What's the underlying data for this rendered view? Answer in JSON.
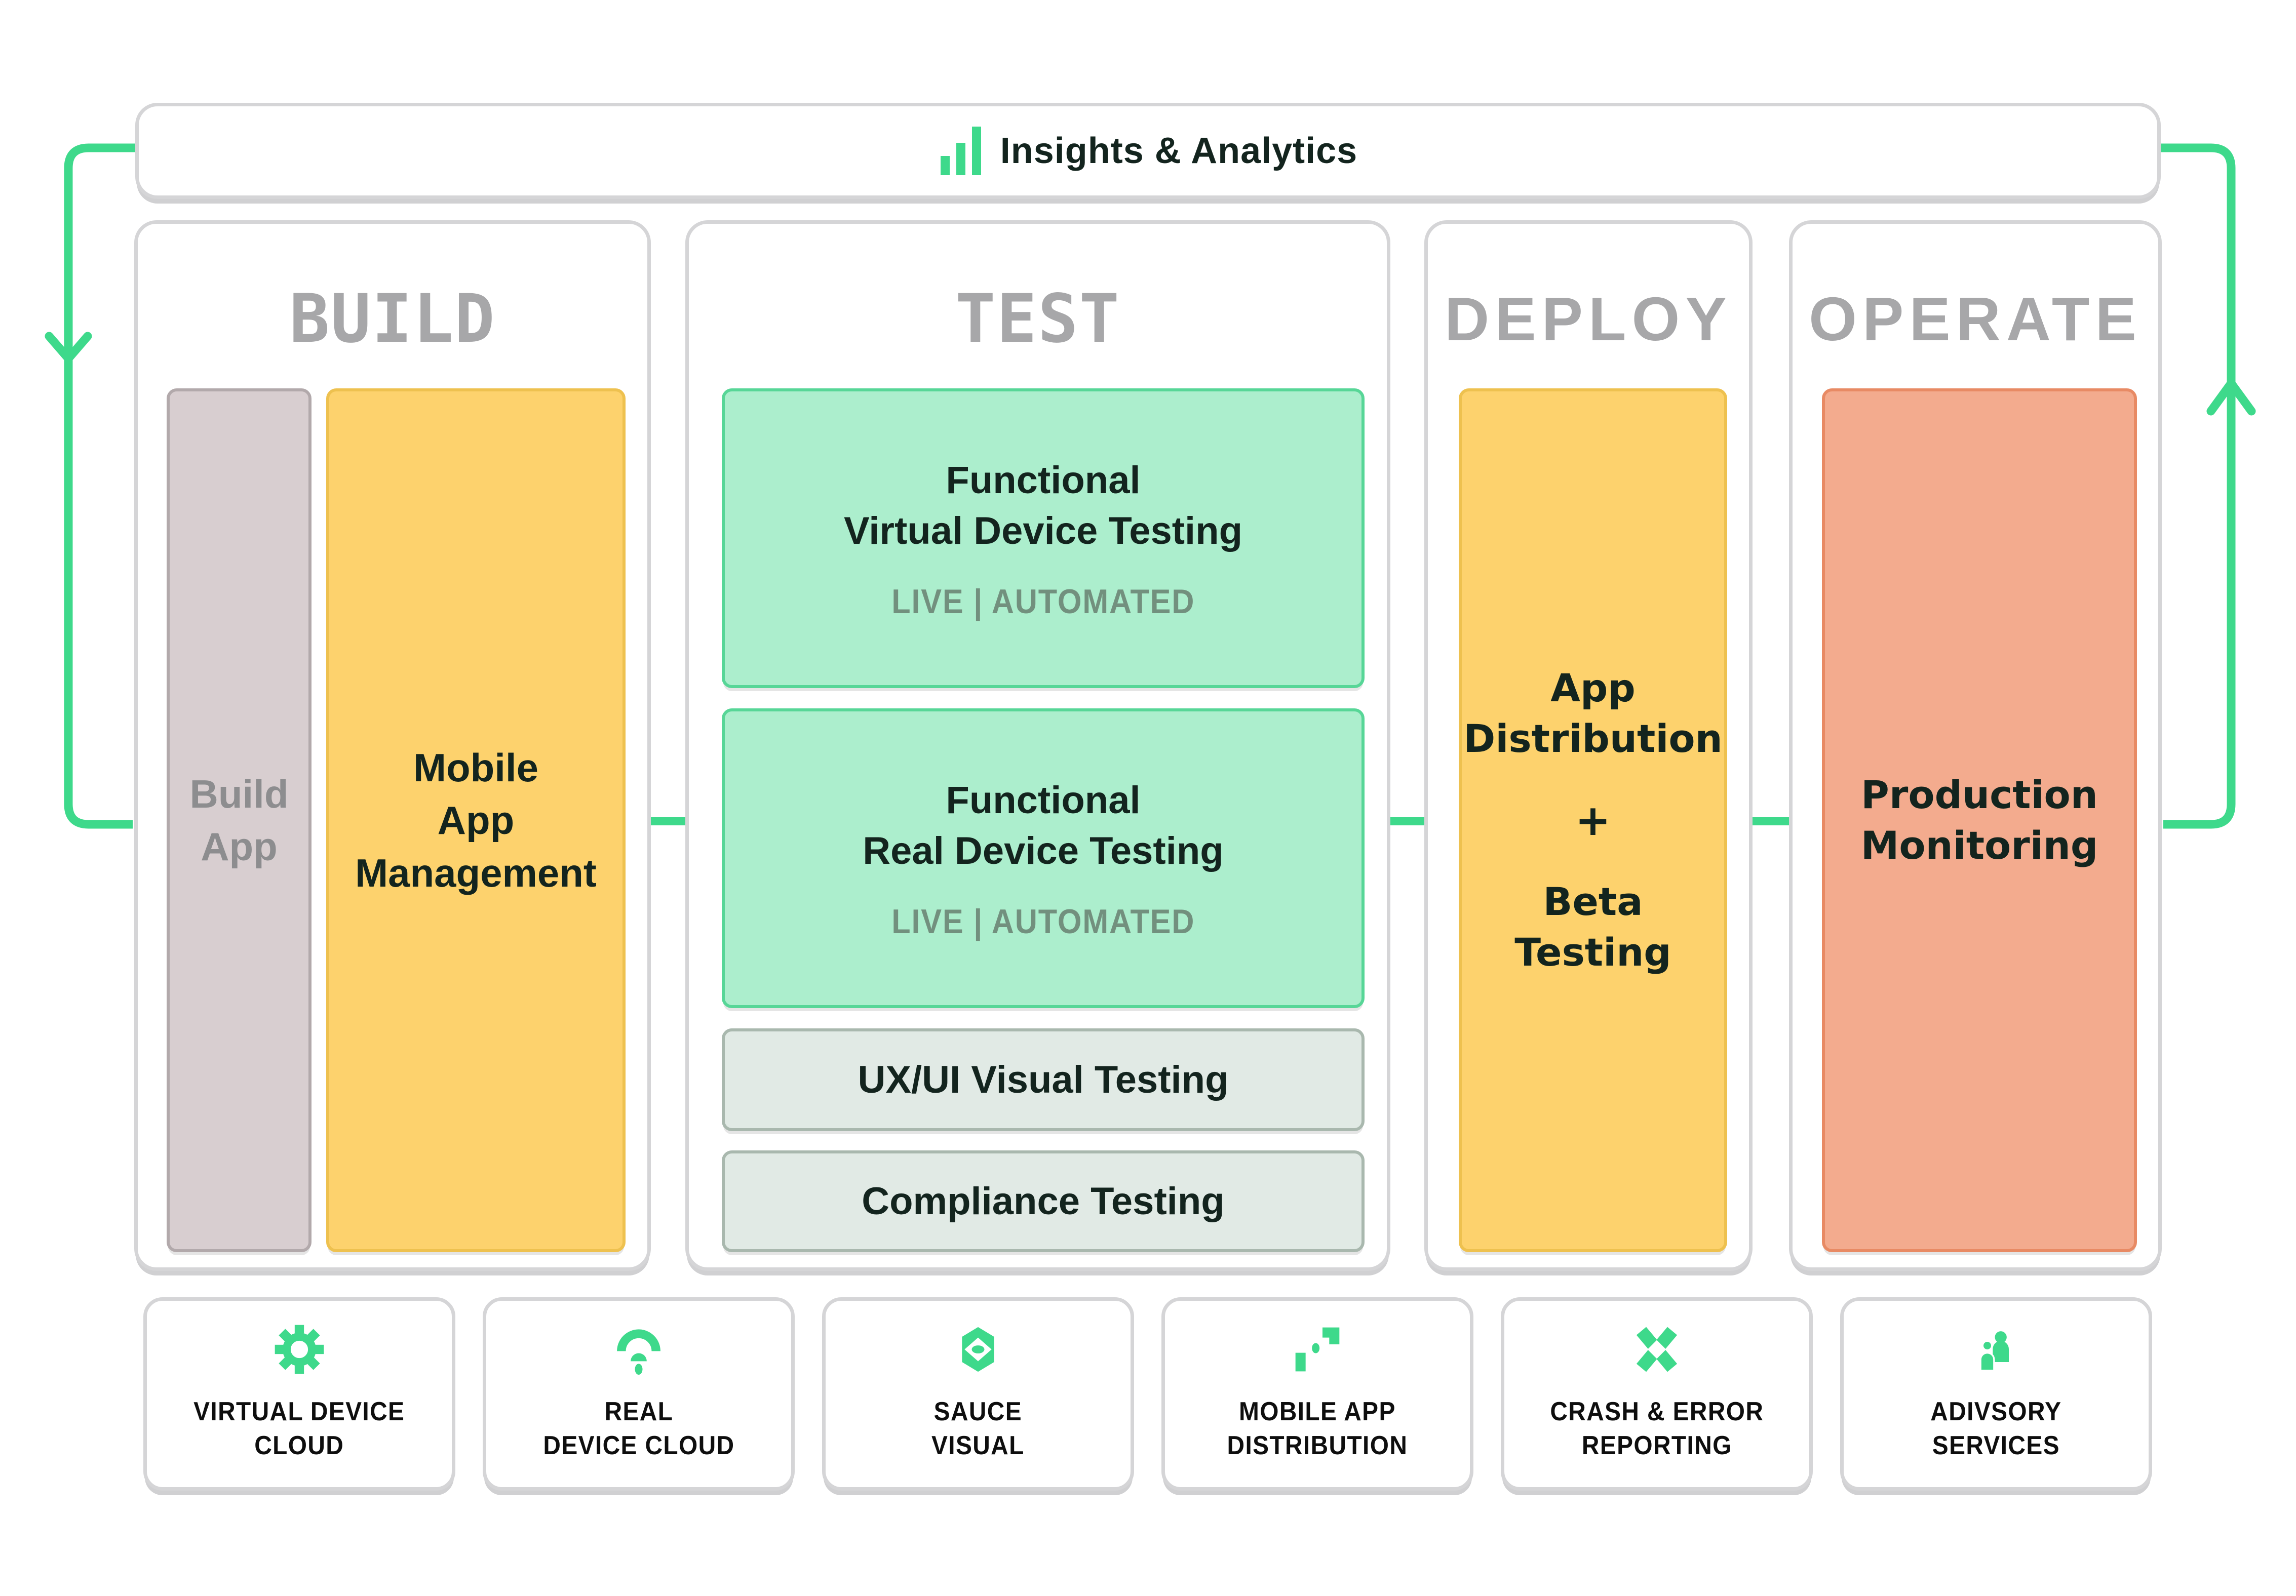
{
  "colors": {
    "accent_green": "#3ED98B",
    "yellow_fill": "#FDD26D",
    "mint_fill": "#ACEECD",
    "pale_fill": "#E1EAE5",
    "salmon_fill": "#F3AB8E",
    "mauve_fill": "#D8CED0",
    "header_gray": "#A7A7A9",
    "dark_text": "#13241E"
  },
  "insights_bar": {
    "title": "Insights & Analytics",
    "icon": "bar-chart-icon"
  },
  "columns": {
    "build": {
      "header": "BUILD",
      "build_app": {
        "lines": [
          "Build",
          "App"
        ]
      },
      "mobile_app_management": {
        "lines": [
          "Mobile",
          "App",
          "Management"
        ]
      }
    },
    "test": {
      "header": "TEST",
      "virtual": {
        "title_lines": [
          "Functional",
          "Virtual Device Testing"
        ],
        "subtitle": "LIVE | AUTOMATED"
      },
      "real": {
        "title_lines": [
          "Functional",
          "Real Device Testing"
        ],
        "subtitle": "LIVE | AUTOMATED"
      },
      "ux_ui": {
        "title": "UX/UI Visual Testing"
      },
      "compliance": {
        "title": "Compliance Testing"
      }
    },
    "deploy": {
      "header": "DEPLOY",
      "box": {
        "top_lines": [
          "App",
          "Distribution"
        ],
        "plus": "+",
        "bottom_lines": [
          "Beta",
          "Testing"
        ]
      }
    },
    "operate": {
      "header": "OPERATE",
      "box": {
        "lines": [
          "Production",
          "Monitoring"
        ]
      }
    }
  },
  "bottom_cards": [
    {
      "icon": "gear-icon",
      "lines": [
        "VIRTUAL DEVICE",
        "CLOUD"
      ]
    },
    {
      "icon": "wifi-signal-icon",
      "lines": [
        "REAL",
        "DEVICE CLOUD"
      ]
    },
    {
      "icon": "hexagon-eye-icon",
      "lines": [
        "SAUCE",
        "VISUAL"
      ]
    },
    {
      "icon": "distribution-blocks-icon",
      "lines": [
        "MOBILE APP",
        "DISTRIBUTION"
      ]
    },
    {
      "icon": "crash-x-icon",
      "lines": [
        "CRASH & ERROR",
        "REPORTING"
      ]
    },
    {
      "icon": "people-icon",
      "lines": [
        "ADIVSORY",
        "SERVICES"
      ]
    }
  ]
}
